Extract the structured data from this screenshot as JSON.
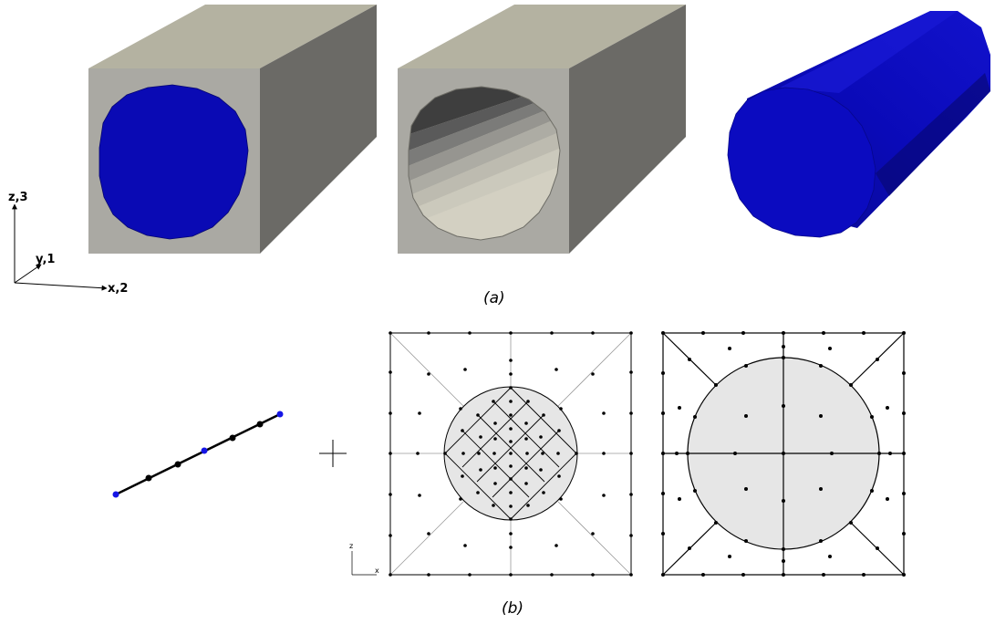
{
  "panel_a": {
    "caption": "(a)",
    "axes": {
      "z_label": "z,3",
      "y_label": "y,1",
      "x_label": "x,2"
    }
  },
  "panel_b": {
    "caption": "(b)",
    "axes": {
      "z_label": "z",
      "x_label": "x"
    }
  },
  "colors": {
    "inclusion_blue": "#0a0ab4",
    "matrix_front": "#aaa9a3",
    "matrix_top": "#b4b2a1",
    "matrix_side": "#6b6a66",
    "node_blue": "#1515e6",
    "node_black": "#000000",
    "inclusion_fill_2d": "#e6e6e6"
  }
}
